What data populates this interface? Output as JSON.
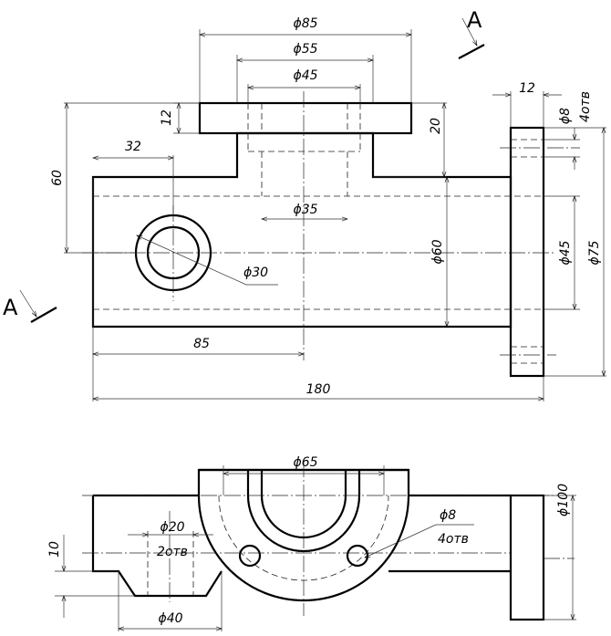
{
  "section_label": "A",
  "dimensions": {
    "d85": "ϕ85",
    "d55": "ϕ55",
    "d45_top": "ϕ45",
    "d35": "ϕ35",
    "d30": "ϕ30",
    "d60": "ϕ60",
    "d45_flange": "ϕ45",
    "d75": "ϕ75",
    "d8_top": "ϕ8",
    "holes4_top": "4отв",
    "w12_top": "12",
    "w12_flange": "12",
    "h20": "20",
    "h60": "60",
    "w32": "32",
    "w85": "85",
    "w180": "180",
    "d65": "ϕ65",
    "d100": "ϕ100",
    "d20": "ϕ20",
    "holes2": "2отв",
    "d40": "ϕ40",
    "h10": "10",
    "d8_bottom": "ϕ8",
    "holes4_bottom": "4отв"
  }
}
